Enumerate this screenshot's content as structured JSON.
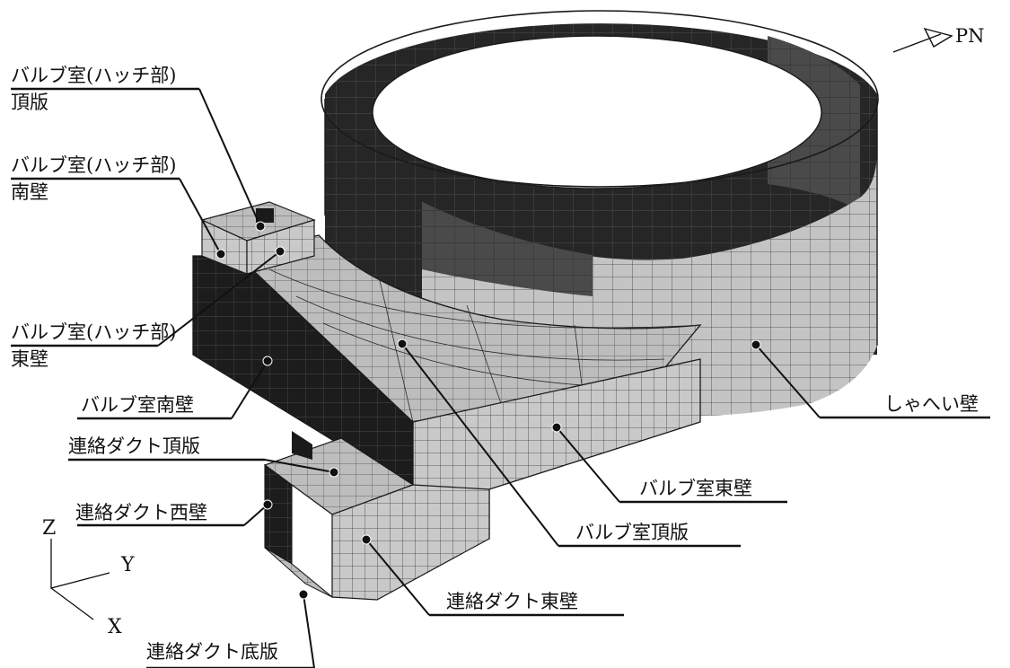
{
  "diagram": {
    "north_label": "PN",
    "axes": {
      "z": "Z",
      "y": "Y",
      "x": "X"
    },
    "labels": {
      "hatch_top_1": "バルブ室(ハッチ部)",
      "hatch_top_2": "頂版",
      "hatch_south_1": "バルブ室(ハッチ部)",
      "hatch_south_2": "南壁",
      "hatch_east_1": "バルブ室(ハッチ部)",
      "hatch_east_2": "東壁",
      "valve_south": "バルブ室南壁",
      "duct_top": "連絡ダクト頂版",
      "duct_west": "連絡ダクト西壁",
      "duct_bottom": "連絡ダクト底版",
      "duct_east": "連絡ダクト東壁",
      "valve_top": "バルブ室頂版",
      "valve_east": "バルブ室東壁",
      "shield_wall": "しゃへい壁"
    }
  }
}
